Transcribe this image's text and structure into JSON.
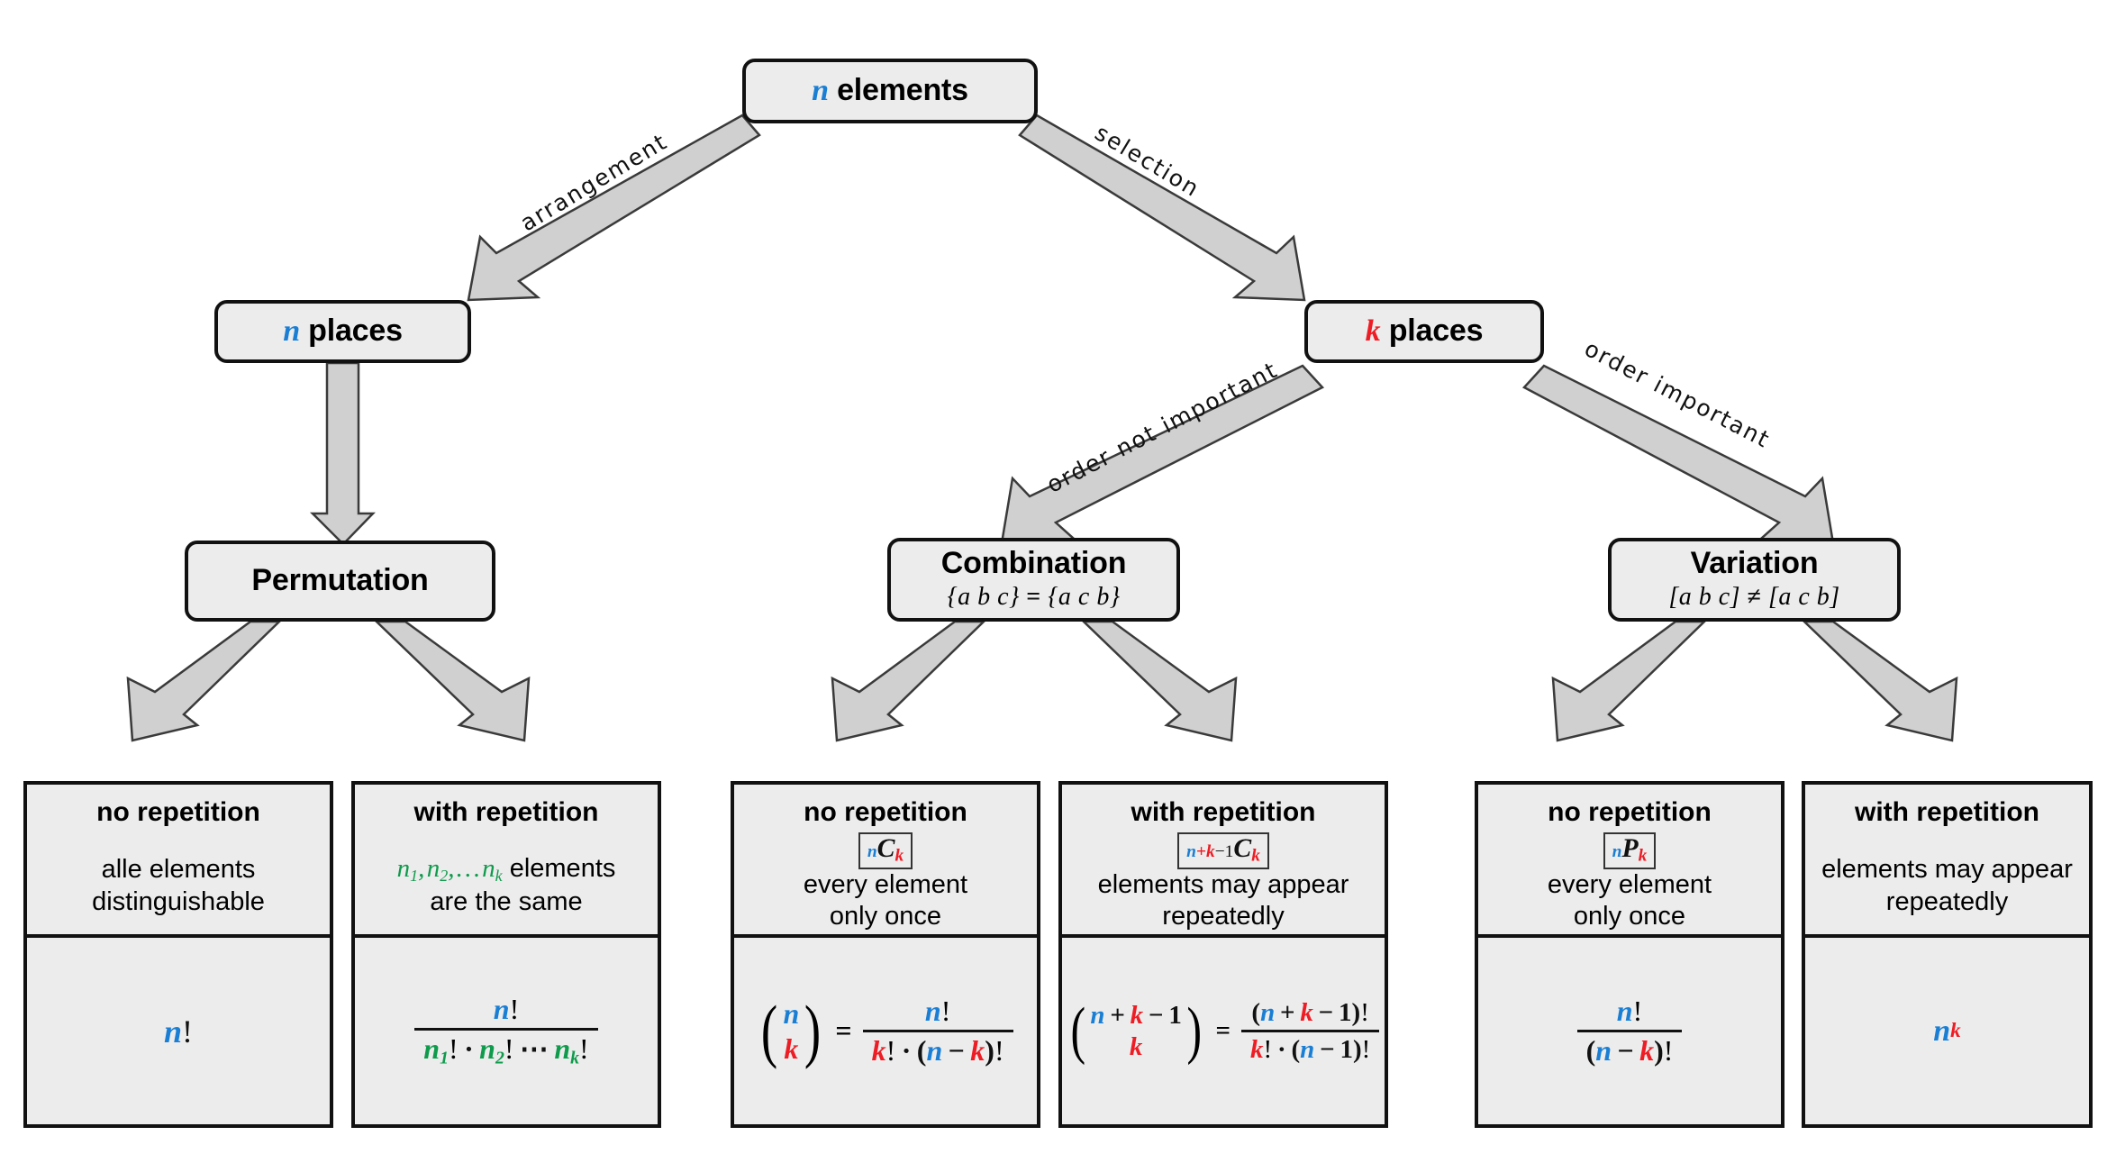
{
  "diagram": {
    "title": "Combinatorics decision tree",
    "colors": {
      "n": "#1a7fd4",
      "k": "#ee1c24",
      "repeat": "#0f9b4c",
      "node_fill": "#ececec",
      "node_border": "#111111",
      "arrow_fill": "#d0d0d0"
    }
  },
  "nodes": {
    "root": {
      "label_var": "n",
      "label_text": "elements"
    },
    "n_places": {
      "label_var": "n",
      "label_text": "places"
    },
    "k_places": {
      "label_var": "k",
      "label_text": "places"
    },
    "permutation": {
      "title": "Permutation",
      "sub": ""
    },
    "combination": {
      "title": "Combination",
      "sub_left": "{a b c}",
      "sub_op": "=",
      "sub_right": "{a c b}"
    },
    "variation": {
      "title": "Variation",
      "sub_left": "[a b c]",
      "sub_op": "≠",
      "sub_right": "[a c b]"
    }
  },
  "edges": [
    {
      "id": "root-to-n-places",
      "label": "arrangement"
    },
    {
      "id": "root-to-k-places",
      "label": "selection"
    },
    {
      "id": "n-places-to-permutation",
      "label": ""
    },
    {
      "id": "k-places-to-combination",
      "label": "order not important"
    },
    {
      "id": "k-places-to-variation",
      "label": "order important"
    },
    {
      "id": "permutation-to-no-repetition",
      "label": ""
    },
    {
      "id": "permutation-to-with-repetition",
      "label": ""
    },
    {
      "id": "combination-to-no-repetition",
      "label": ""
    },
    {
      "id": "combination-to-with-repetition",
      "label": ""
    },
    {
      "id": "variation-to-no-repetition",
      "label": ""
    },
    {
      "id": "variation-to-with-repetition",
      "label": ""
    }
  ],
  "cards": {
    "perm_no_rep": {
      "header": "no repetition",
      "notation": "",
      "desc_line1": "alle elements",
      "desc_line2": "distinguishable",
      "formula": "n!"
    },
    "perm_with_rep": {
      "header": "with repetition",
      "notation": "",
      "desc_line1": "n1, n2, ... nk elements",
      "desc_line2": "are the same",
      "formula": "n! / (n1! · n2! ⋯ nk!)"
    },
    "comb_no_rep": {
      "header": "no repetition",
      "notation": "nCk",
      "desc_line1": "every element",
      "desc_line2": "only once",
      "formula": "(n over k) = n! / (k! · (n − k)!)"
    },
    "comb_with_rep": {
      "header": "with repetition",
      "notation": "n+k−1Ck",
      "desc_line1": "elements may appear",
      "desc_line2": "repeatedly",
      "formula": "(n + k − 1 over k) = (n + k − 1)! / (k! · (n − 1)!)"
    },
    "var_no_rep": {
      "header": "no repetition",
      "notation": "nPk",
      "desc_line1": "every element",
      "desc_line2": "only once",
      "formula": "n! / (n − k)!"
    },
    "var_with_rep": {
      "header": "with repetition",
      "notation": "",
      "desc_line1": "elements may appear",
      "desc_line2": "repeatedly",
      "formula": "n^k"
    }
  },
  "symbols": {
    "n": "n",
    "k": "k",
    "C": "C",
    "P": "P",
    "one": "1",
    "plus": "+",
    "minus": "−",
    "bang": "!",
    "dot": "·",
    "ellipsis": "⋯",
    "equals": "=",
    "lparen": "(",
    "rparen": ")"
  }
}
